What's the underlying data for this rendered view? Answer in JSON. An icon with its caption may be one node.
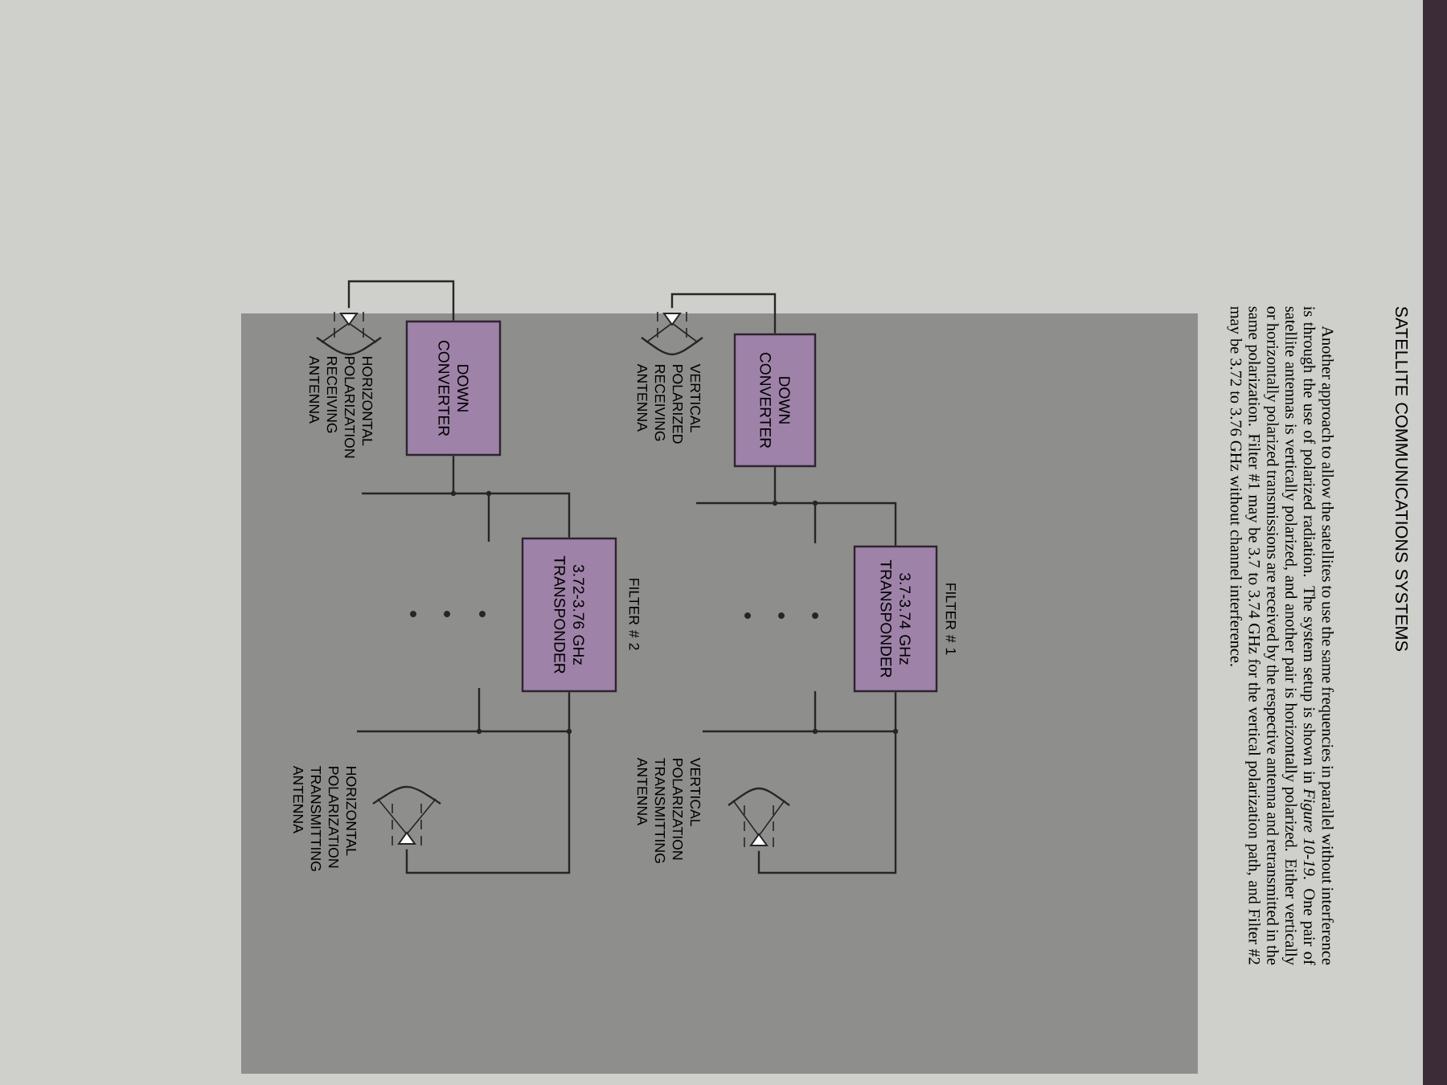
{
  "diagram": {
    "nodes": [
      {
        "text": [],
        "shape": "antenna",
        "beside": [
          "VERTICAL POLARIZED RECEIVING ANTENNA"
        ]
      },
      {
        "text": [
          "DOWN CONVERTER"
        ]
      },
      {
        "text": [
          "3.7-3.74 GHz TRANSPONDER"
        ],
        "beside": [
          "FILTER # 1"
        ]
      },
      {
        "text": [],
        "shape": "antenna",
        "beside": [
          "VERTICAL POLARIZATION TRANSMITTING ANTENNA"
        ]
      },
      {
        "text": [],
        "shape": "antenna",
        "beside": [
          "HORIZONTAL POLARIZATION RECEIVING ANTENNA"
        ]
      },
      {
        "text": [
          "DOWN CONVERTER"
        ]
      },
      {
        "text": [
          "3.72-3.76 GHz TRANSPONDER"
        ],
        "beside": [
          "FILTER # 2"
        ]
      },
      {
        "text": [],
        "shape": "antenna",
        "beside": [
          "HORIZONTAL POLARIZATION TRANSMITTING ANTENNA"
        ]
      }
    ],
    "edges": [
      {
        "from": 0,
        "to": 1,
        "arrow": "none"
      },
      {
        "from": 1,
        "to": 2,
        "arrow": "none"
      },
      {
        "from": 2,
        "to": 3,
        "arrow": "none"
      },
      {
        "from": 4,
        "to": 5,
        "arrow": "none"
      },
      {
        "from": 5,
        "to": 6,
        "arrow": "none"
      },
      {
        "from": 6,
        "to": 7,
        "arrow": "none"
      }
    ],
    "labels": [
      "SATELLITE COMMUNICATIONS SYSTEMS",
      "Another approach to allow the satellites to use the same frequencies in parallel without interference is through the use of polarized radiation. The system setup is shown in *Figure 10-19*. One pair of satellite antennas is vertically polarized, and another pair is horizontally polarized. Either vertically or horizontally polarized transmissions are received by the respective antenna and retransmitted in the same polarization. Filter #1 may be 3.7 to 3.74 GHz for the vertical polarization path, and Filter #2 may be 3.72 to 3.76 GHz without channel interference."
    ]
  }
}
